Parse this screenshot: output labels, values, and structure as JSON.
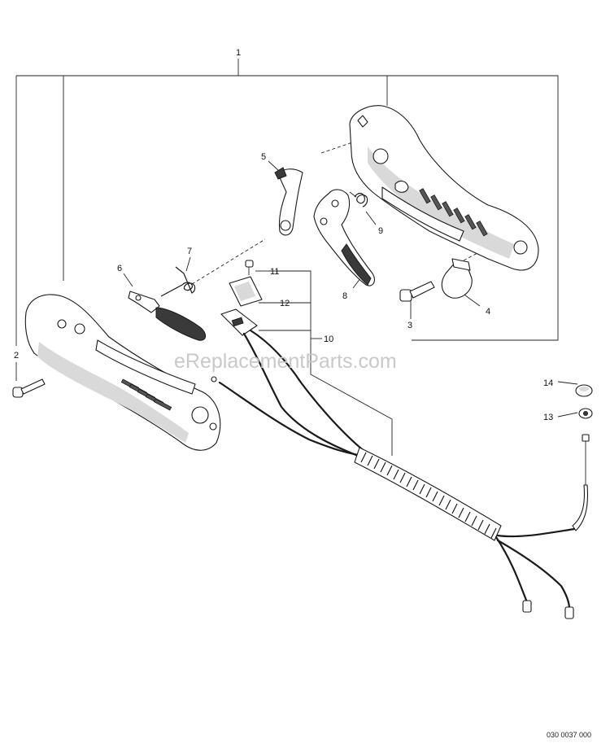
{
  "diagram": {
    "callouts": {
      "c1": "1",
      "c2": "2",
      "c3": "3",
      "c4": "4",
      "c5": "5",
      "c6": "6",
      "c7": "7",
      "c8": "8",
      "c9": "9",
      "c10": "10",
      "c11": "11",
      "c12": "12",
      "c13": "13",
      "c14": "14"
    },
    "watermark": "eReplacementParts.com",
    "drawing_code": "030 0037 000"
  }
}
